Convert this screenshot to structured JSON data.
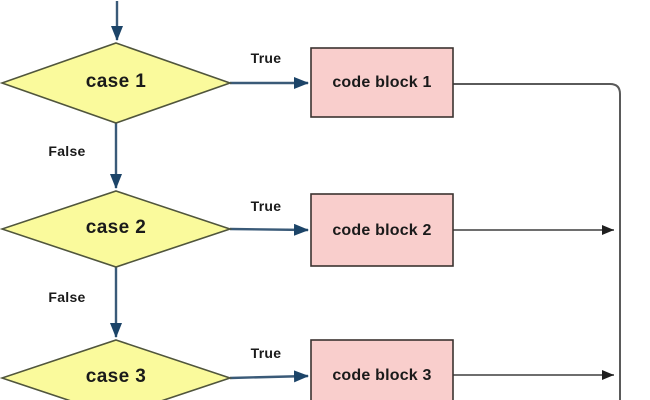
{
  "diagram": {
    "type": "flowchart",
    "subject": "switch-case / if-else-if decision chain",
    "colors": {
      "decision_fill": "#FAFA9C",
      "decision_stroke": "#50553C",
      "process_fill": "#F9CECC",
      "process_stroke": "#3B3330",
      "flow_arrow_stroke": "#3A5A78",
      "flow_arrowhead_fill": "#1C4468",
      "collector_stroke": "#5A5A5A",
      "collector_arrowhead_fill": "#1F1F1F",
      "label_text": "#1A1A1A",
      "background": "#FFFFFF"
    },
    "decisions": [
      {
        "label": "case 1"
      },
      {
        "label": "case 2"
      },
      {
        "label": "case 3"
      }
    ],
    "processes": [
      {
        "label": "code block 1"
      },
      {
        "label": "code block 2"
      },
      {
        "label": "code block 3"
      }
    ],
    "edges": {
      "true_1": "True",
      "true_2": "True",
      "true_3": "True",
      "false_1": "False",
      "false_2": "False"
    }
  }
}
